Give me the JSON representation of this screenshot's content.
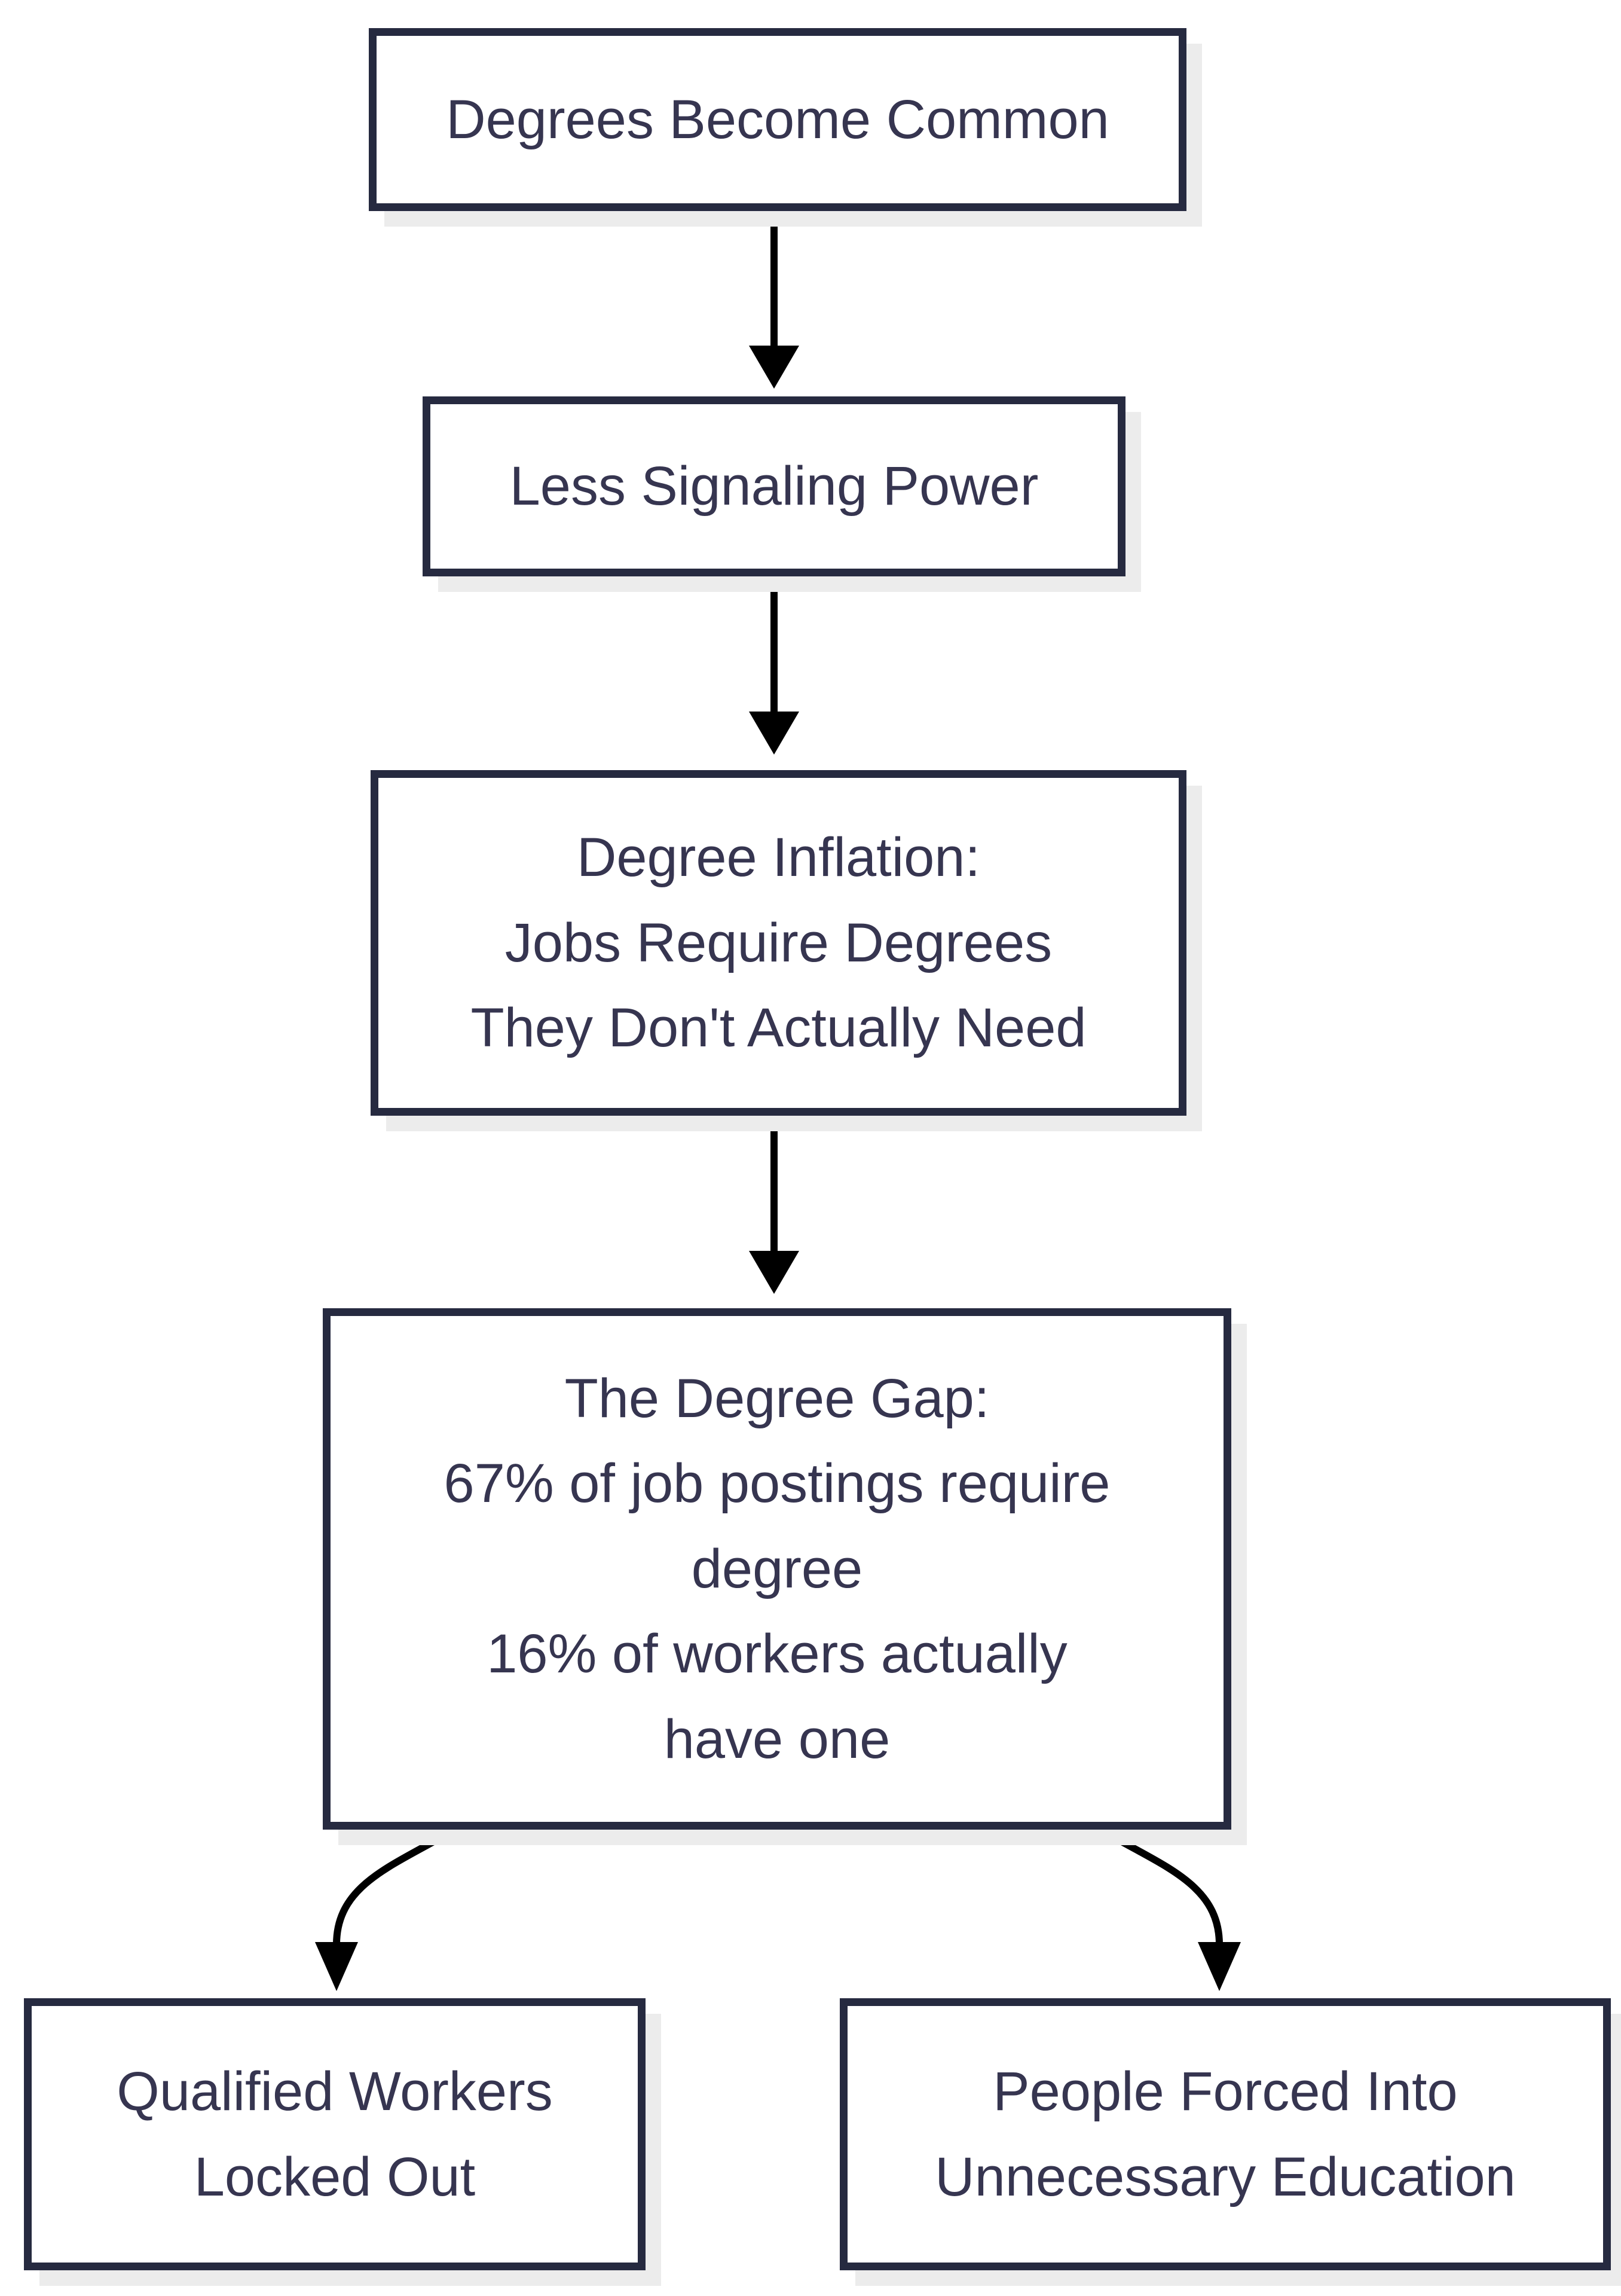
{
  "diagram": {
    "type": "flowchart",
    "colors": {
      "box_border": "#262a40",
      "box_fill": "#ffffff",
      "text": "#363550",
      "box_shadow": "#ececec",
      "arrow": "#000000",
      "background": "#ffffff"
    },
    "nodes": [
      {
        "id": "degrees-become-common",
        "label": "Degrees Become Common"
      },
      {
        "id": "less-signaling-power",
        "label": "Less Signaling Power"
      },
      {
        "id": "degree-inflation",
        "label": "Degree Inflation:\nJobs Require Degrees\nThey Don't Actually Need"
      },
      {
        "id": "degree-gap",
        "label": "The Degree Gap:\n67% of job postings require\ndegree\n16% of workers actually\nhave one"
      },
      {
        "id": "qualified-workers-locked-out",
        "label": "Qualified Workers\nLocked Out"
      },
      {
        "id": "people-forced-into-unnecessary-education",
        "label": "People Forced Into\nUnnecessary Education"
      }
    ],
    "edges": [
      {
        "from": "degrees-become-common",
        "to": "less-signaling-power"
      },
      {
        "from": "less-signaling-power",
        "to": "degree-inflation"
      },
      {
        "from": "degree-inflation",
        "to": "degree-gap"
      },
      {
        "from": "degree-gap",
        "to": "qualified-workers-locked-out"
      },
      {
        "from": "degree-gap",
        "to": "people-forced-into-unnecessary-education"
      }
    ]
  }
}
